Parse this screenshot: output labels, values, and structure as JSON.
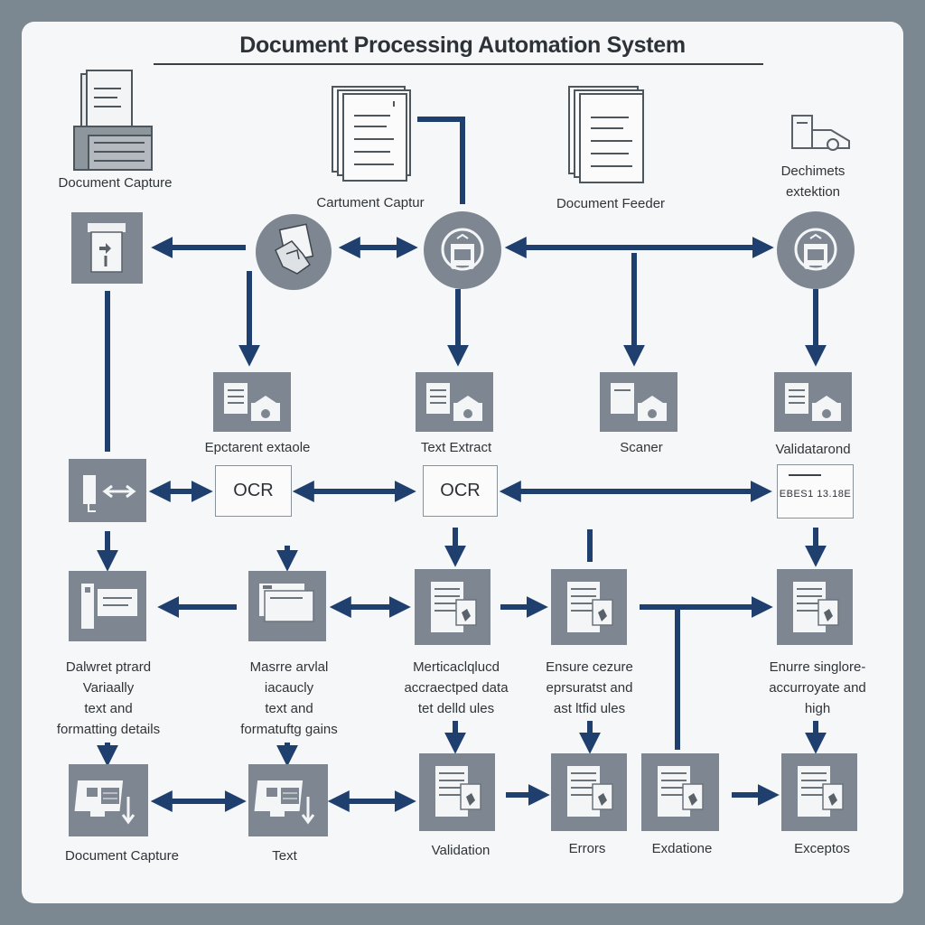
{
  "title": "Document Processing Automation System",
  "top_labels": {
    "document_capture": "Document Capture",
    "cartument_captur": "Cartument Captur",
    "document_feeder": "Document Feeder",
    "dechimets_line1": "Dechimets",
    "dechimets_line2": "extektion"
  },
  "row2_labels": {
    "epctarent": "Epctarent extaole",
    "text_extract": "Text Extract",
    "scaner": "Scaner",
    "valid": "Validatarond"
  },
  "ocr_boxes": {
    "ocr_left": "OCR",
    "ocr_right": "OCR",
    "code_text": "EBES1 13.18E"
  },
  "desc_labels": {
    "col1": [
      "Dalwret ptrard",
      "Variaally",
      "text and",
      "formatting details"
    ],
    "col2": [
      "Masrre arvlal",
      "iacaucly",
      "text and",
      "formatuftg gains"
    ],
    "col3": [
      "Merticaclqlucd",
      "accraectped data",
      "tet delld ules"
    ],
    "col4": [
      "Ensure cezure",
      "eprsuratst and",
      "ast ltfid ules"
    ],
    "col5": [
      "Enurre singlore-",
      "accurroyate and",
      "high"
    ]
  },
  "bottom_labels": {
    "document_capture": "Document Capture",
    "text": "Text",
    "validation": "Validation",
    "errors": "Errors",
    "exdatione": "Exdatione",
    "exceptos": "Exceptos"
  },
  "colors": {
    "arrow": "#1f3f6e",
    "node": "#7e8791",
    "background": "#7b8791",
    "card": "#f6f7f8"
  },
  "icons": [
    "printer-icon",
    "document-stack-icon",
    "document-feeder-icon",
    "scanner-machine-icon",
    "shredder-icon",
    "hand-document-icon",
    "scanner-gear-icon",
    "document-image-icon",
    "list-document-icon",
    "monitor-download-icon",
    "form-document-icon"
  ]
}
